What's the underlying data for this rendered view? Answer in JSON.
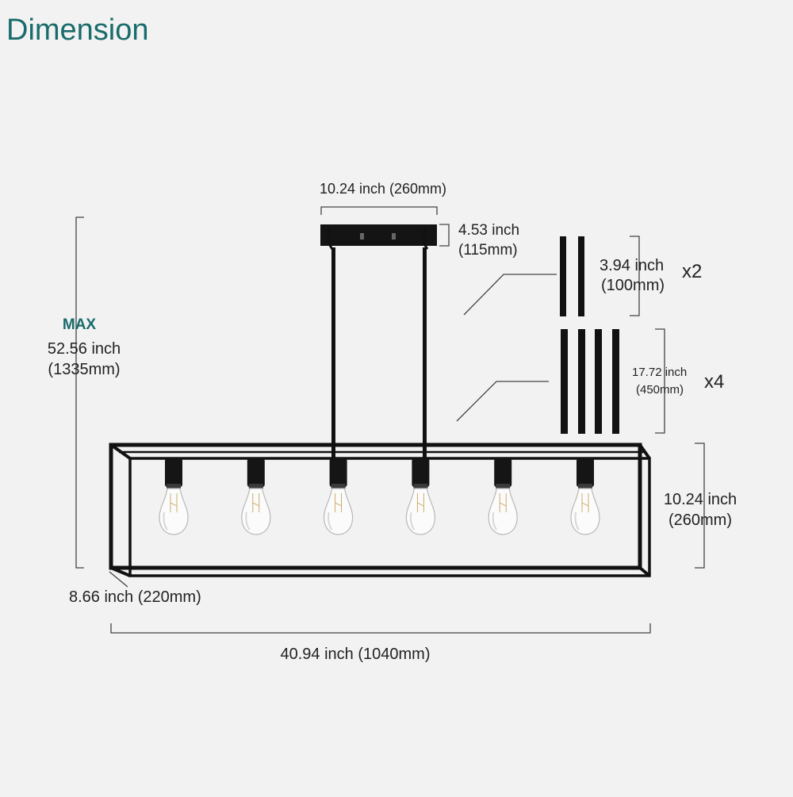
{
  "title": "Dimension",
  "colors": {
    "title": "#1a6b6b",
    "max_label": "#1a6b6b",
    "background": "#f2f2f2",
    "metal": "#111111"
  },
  "canopy": {
    "width_label": "10.24 inch (260mm)",
    "height_inch": "4.53 inch",
    "height_mm": "(115mm)"
  },
  "overall_height": {
    "max_label": "MAX",
    "inch": "52.56 inch",
    "mm": "(1335mm)"
  },
  "short_rods": {
    "inch": "3.94 inch",
    "mm": "(100mm)",
    "qty": "x2"
  },
  "long_rods": {
    "inch": "17.72 inch",
    "mm": "(450mm)",
    "qty": "x4"
  },
  "frame": {
    "height_inch": "10.24 inch",
    "height_mm": "(260mm)",
    "depth_label": "8.66 inch (220mm)",
    "width_label": "40.94 inch (1040mm)"
  },
  "bulb_count": 6
}
